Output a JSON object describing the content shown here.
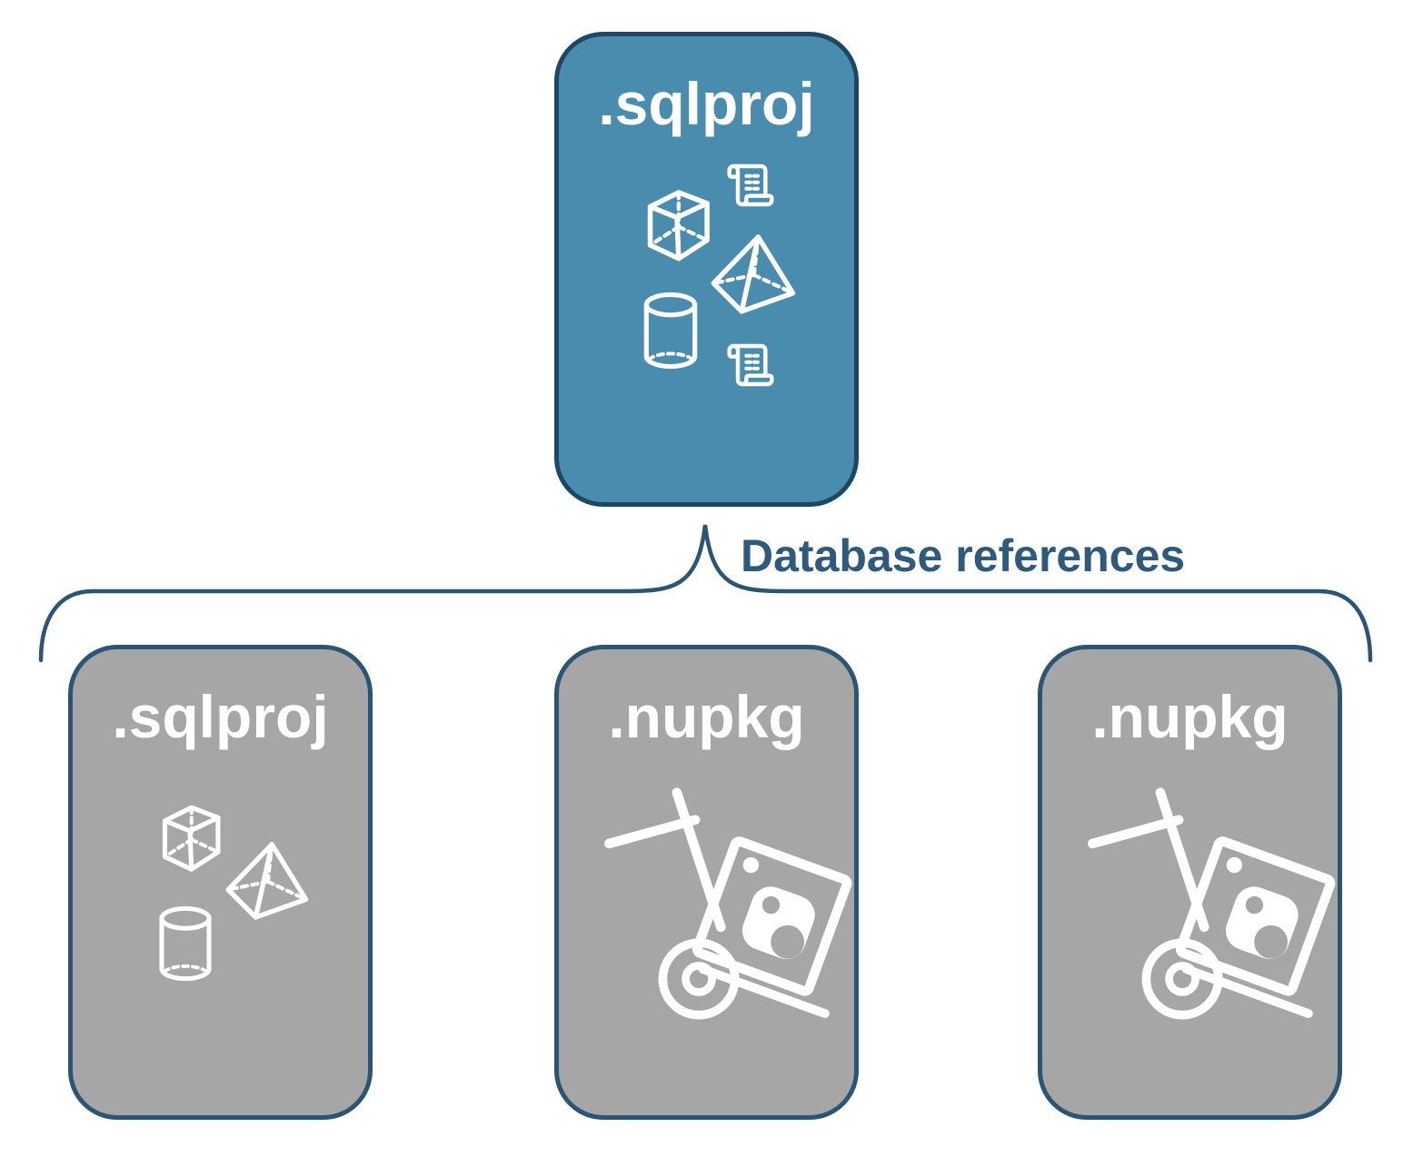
{
  "diagram": {
    "connector": {
      "label": "Database references"
    },
    "colors": {
      "accent_fill": "#4a8cad",
      "accent_border": "#1c4866",
      "gray_fill": "#a6a6a6",
      "gray_border": "#2a5575",
      "connector_stroke": "#2a5575",
      "connector_label_text": "#2e5a7d",
      "icon_color": "#ffffff",
      "title_text": "#ffffff"
    },
    "nodes": {
      "root": {
        "label": ".sqlproj",
        "variant": "accent",
        "icons": [
          "cube-icon",
          "scroll-icon",
          "pyramid-icon",
          "cylinder-icon",
          "scroll-icon"
        ]
      },
      "ref_sqlproj": {
        "label": ".sqlproj",
        "variant": "gray",
        "icons": [
          "cube-icon",
          "pyramid-icon",
          "cylinder-icon"
        ]
      },
      "ref_nupkg_1": {
        "label": ".nupkg",
        "variant": "gray",
        "icons": [
          "nuget-handtruck-icon"
        ]
      },
      "ref_nupkg_2": {
        "label": ".nupkg",
        "variant": "gray",
        "icons": [
          "nuget-handtruck-icon"
        ]
      }
    }
  }
}
